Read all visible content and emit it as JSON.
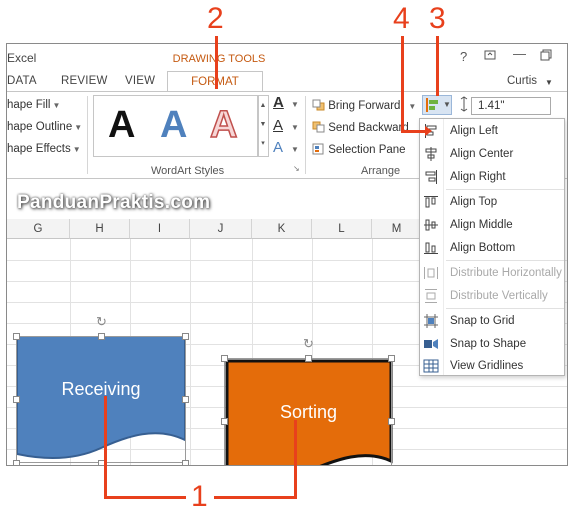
{
  "callouts": {
    "c1": "1",
    "c2": "2",
    "c3": "3",
    "c4": "4"
  },
  "titlebar": {
    "app": "Excel",
    "context_tab_group": "DRAWING TOOLS",
    "help": "?"
  },
  "tabs": {
    "data": "DATA",
    "review": "REVIEW",
    "view": "VIEW",
    "format": "FORMAT",
    "user": "Curtis"
  },
  "ribbon": {
    "shape_fill": "hape Fill",
    "shape_outline": "hape Outline",
    "shape_effects": "hape Effects",
    "wordart_letter": "A",
    "wordart_label": "WordArt Styles",
    "bring_forward": "Bring Forward",
    "send_backward": "Send Backward",
    "selection_pane": "Selection Pane",
    "arrange_label": "Arrange",
    "size_value": "1.41\""
  },
  "watermark": "PanduanPraktis.com",
  "columns": [
    "G",
    "H",
    "I",
    "J",
    "K",
    "L",
    "M"
  ],
  "shapes": {
    "receiving": "Receiving",
    "sorting": "Sorting"
  },
  "colors": {
    "accent": "#e8401c",
    "context": "#c55a11",
    "receiving_fill": "#4f81bd",
    "sorting_fill": "#e46c0a"
  },
  "align_menu": {
    "align_left": "Align Left",
    "align_center": "Align Center",
    "align_right": "Align Right",
    "align_top": "Align Top",
    "align_middle": "Align Middle",
    "align_bottom": "Align Bottom",
    "distribute_h": "Distribute Horizontally",
    "distribute_v": "Distribute Vertically",
    "snap_grid": "Snap to Grid",
    "snap_shape": "Snap to Shape",
    "view_gridlines": "View Gridlines"
  }
}
